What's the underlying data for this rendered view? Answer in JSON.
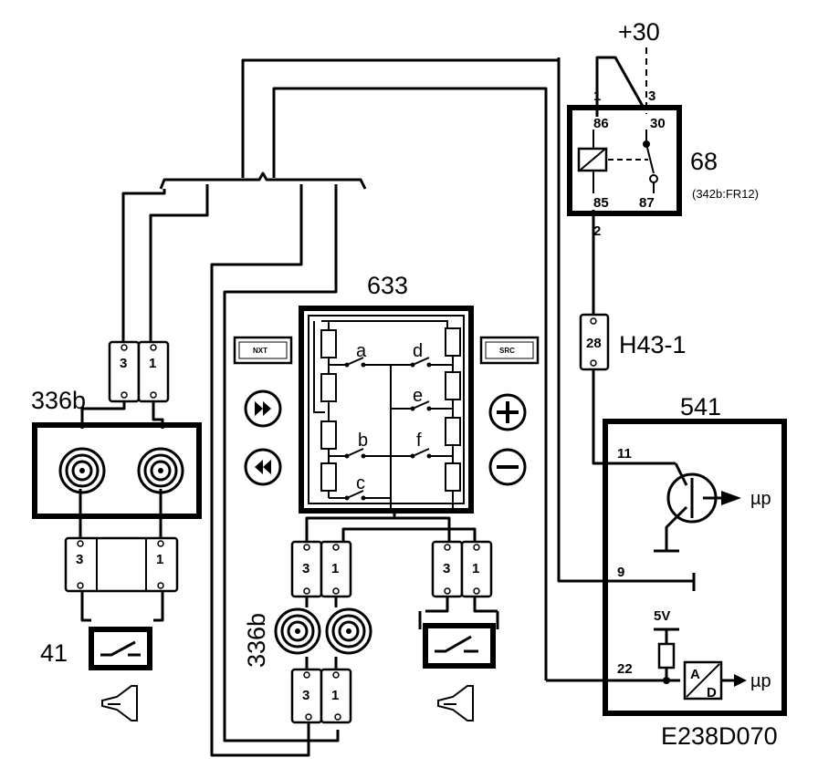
{
  "labels": {
    "supply": "+30",
    "relay_id": "68",
    "relay_ref": "(342b:FR12)",
    "connector_id": "H43-1",
    "connector_pin": "28",
    "ecu_id": "541",
    "switch_unit_id": "633",
    "clockspring_id": "336b",
    "horn_switch_id": "41",
    "drawing_code": "E238D070",
    "voltage": "5V",
    "ad_a": "A",
    "ad_d": "D",
    "mu_p": "µp",
    "btn_next": "NXT",
    "btn_src": "SRC"
  },
  "relay_pins": {
    "wire_1": "1",
    "wire_3": "3",
    "p86": "86",
    "p30": "30",
    "p85": "85",
    "p87": "87",
    "wire_2": "2"
  },
  "ecu_pins": {
    "p11": "11",
    "p9": "9",
    "p22": "22"
  },
  "switch_letters": {
    "a": "a",
    "b": "b",
    "c": "c",
    "d": "d",
    "e": "e",
    "f": "f"
  },
  "terminals": {
    "t3": "3",
    "t1": "1"
  }
}
